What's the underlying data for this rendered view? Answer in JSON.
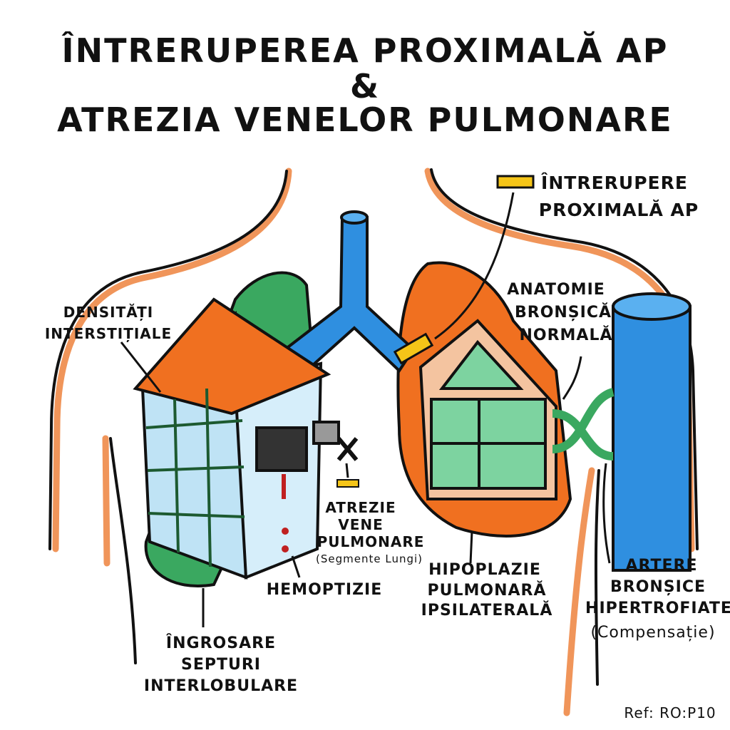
{
  "title": {
    "line1": "ÎNTRERUPEREA PROXIMALĂ AP",
    "line2": "&",
    "line3": "ATREZIA VENELOR PULMONARE"
  },
  "labels": {
    "densitati": [
      "DENSITĂȚI",
      "INTERSTIȚIALE"
    ],
    "intrerupere": [
      "ÎNTRERUPERE",
      "PROXIMALĂ AP"
    ],
    "anatomie": [
      "ANATOMIE",
      "BRONȘICĂ",
      "NORMALĂ"
    ],
    "atrezie": [
      "ATREZIE",
      "VENE",
      "PULMONARE",
      "(Segmente Lungi)"
    ],
    "hemoptizie": "HEMOPTIZIE",
    "hipoplazie": [
      "HIPOPLAZIE",
      "PULMONARĂ",
      "IPSILATERALĂ"
    ],
    "artere": [
      "ARTERE",
      "BRONȘICE",
      "HIPERTROFIATE",
      "(Compensație)"
    ],
    "ingrosare": [
      "ÎNGROSARE",
      "SEPTURI",
      "INTERLOBULARE"
    ]
  },
  "reference": "Ref: RO:P10",
  "colors": {
    "orange": "#f07020",
    "skin": "#f0955a",
    "blue": "#2f8fe0",
    "green": "#3aa860",
    "lightblue": "#bfe3f5"
  }
}
